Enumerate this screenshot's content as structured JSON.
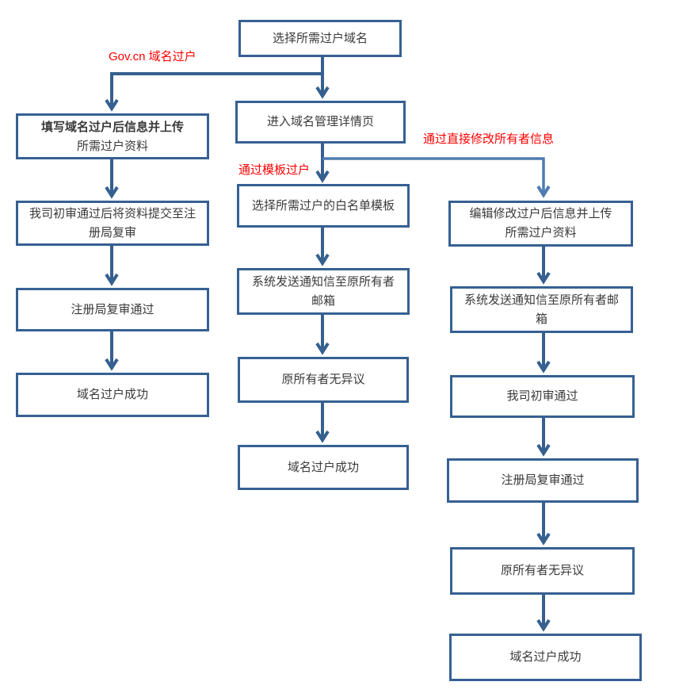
{
  "diagram_type": "flowchart",
  "colors": {
    "box_border": "#366092",
    "arrow": "#35608F",
    "branch_line": "#4E7DB1",
    "label_red": "#FF0000",
    "node_text": "#3A3A3A"
  },
  "branch_labels": {
    "gov": "Gov.cn 域名过户",
    "template": "通过模板过户",
    "direct": "通过直接修改所有者信息"
  },
  "nodes": {
    "select_domain": "选择所需过户域名",
    "enter_management_detail": "进入域名管理详情页",
    "gov_fill_info": "填写域名过户后信息并上传\n所需过户资料",
    "gov_initial_review_submit": "我司初审通过后将资料提交至注\n册局复审",
    "gov_registry_review_passed": "注册局复审通过",
    "gov_transfer_success": "域名过户成功",
    "tpl_select_whitelist": "选择所需过户的白名单模板",
    "tpl_notify_owner": "系统发送通知信至原所有者\n邮箱",
    "tpl_no_objection": "原所有者无异议",
    "tpl_transfer_success": "域名过户成功",
    "direct_edit_info": "编辑修改过户后信息并上传\n所需过户资料",
    "direct_notify_owner": "系统发送通知信至原所有者邮\n箱",
    "direct_initial_review_passed": "我司初审通过",
    "direct_registry_review_passed": "注册局复审通过",
    "direct_no_objection": "原所有者无异议",
    "direct_transfer_success": "域名过户成功"
  }
}
